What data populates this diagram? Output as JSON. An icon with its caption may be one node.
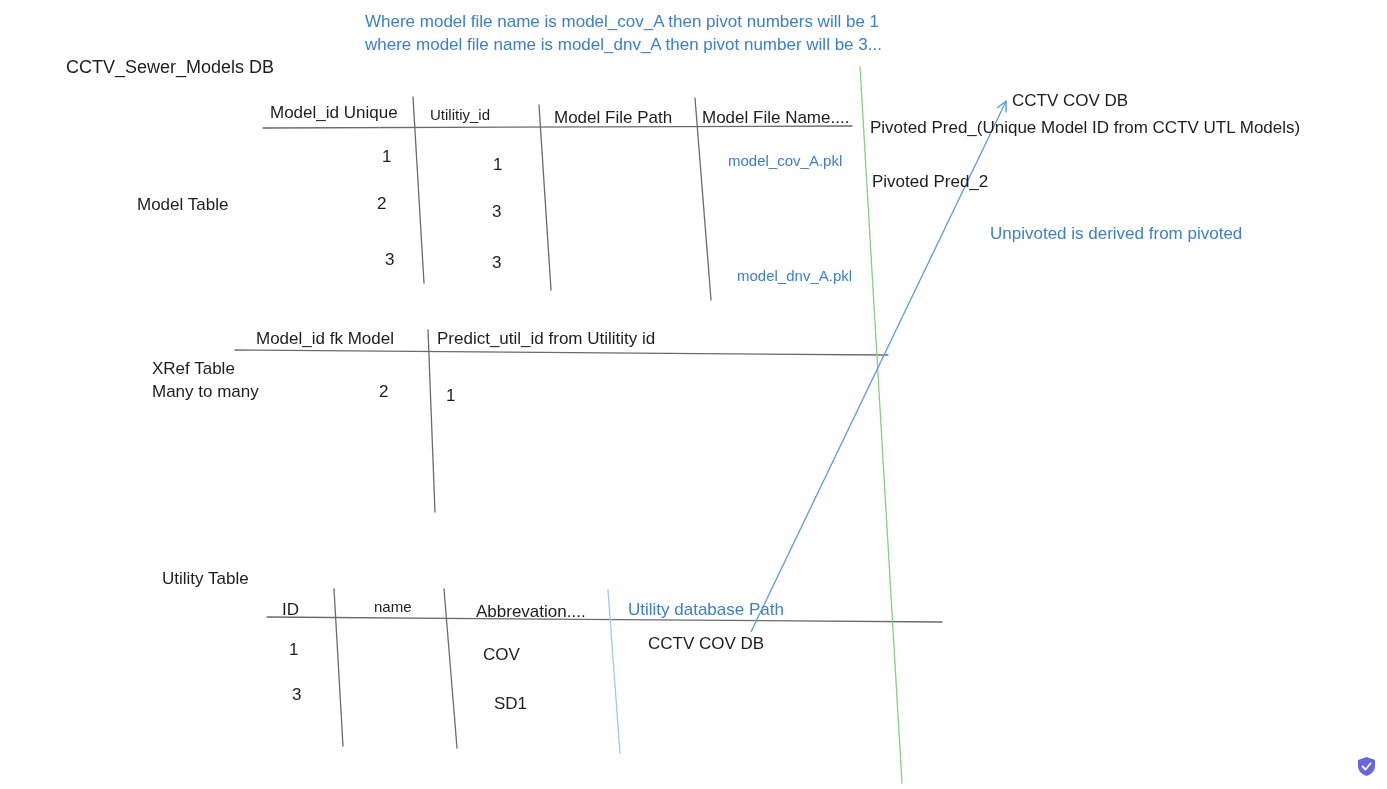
{
  "diagram": {
    "title": "CCTV_Sewer_Models DB",
    "nodes": [
      {
        "text": [
          "CCTV COV DB"
        ]
      },
      {
        "text": [
          "CCTV COV DB"
        ]
      }
    ],
    "edges": [
      {
        "from": 1,
        "to": 0,
        "arrow": "to"
      }
    ],
    "labels": [
      "Where model file name is model_cov_A then pivot numbers will be 1",
      "where model file name is model_dnv_A then pivot number will be 3...",
      "Model_id Unique",
      "Utilitiy_id",
      "Model File Path",
      "Model File Name....",
      "Pivoted Pred_(Unique Model ID from CCTV UTL Models)",
      "1",
      "1",
      "model_cov_A.pkl",
      "Pivoted Pred_2",
      "Model Table",
      "2",
      "3",
      "Unpivoted is derived from pivoted",
      "3",
      "3",
      "model_dnv_A.pkl",
      "Model_id fk Model",
      "Predict_util_id from Utilitity id",
      "XRef Table",
      "Many to many",
      "2",
      "1",
      "Utility Table",
      "ID",
      "name",
      "Abbrevation....",
      "Utility database Path",
      "1",
      "COV",
      "3",
      "SD1"
    ]
  }
}
